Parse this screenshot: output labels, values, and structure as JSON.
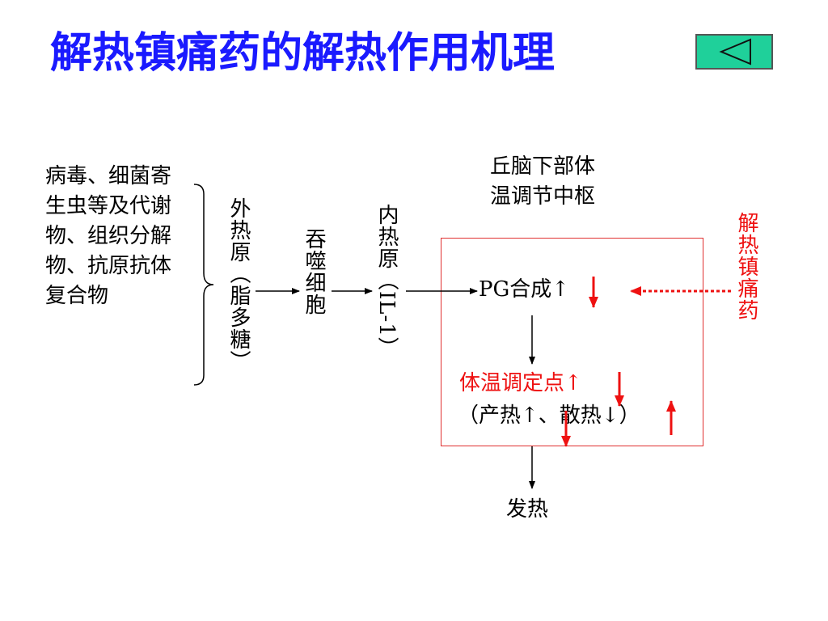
{
  "title": "解热镇痛药的解热作用机理",
  "back_button": {
    "icon": "back-triangle-icon"
  },
  "sources": "病毒、细菌寄生虫等及代谢物、组织分解物、抗原抗体复合物",
  "exogenous_pyrogen": "外热原（脂多糖）",
  "phagocyte": "吞噬细胞",
  "endogenous_pyrogen": "内热原（IL-1）",
  "hypothalamus": {
    "line1": "丘脑下部体",
    "line2": "温调节中枢"
  },
  "pg_synthesis": "PG合成↑",
  "setpoint": "体温调定点↑",
  "heat_balance": "（产热↑、散热↓）",
  "outcome": "发热",
  "drug": "解热镇痛药",
  "colors": {
    "title": "#1a1aff",
    "drug": "#ee1111",
    "box_border": "#e03030",
    "back_button": "#1fd09a"
  }
}
